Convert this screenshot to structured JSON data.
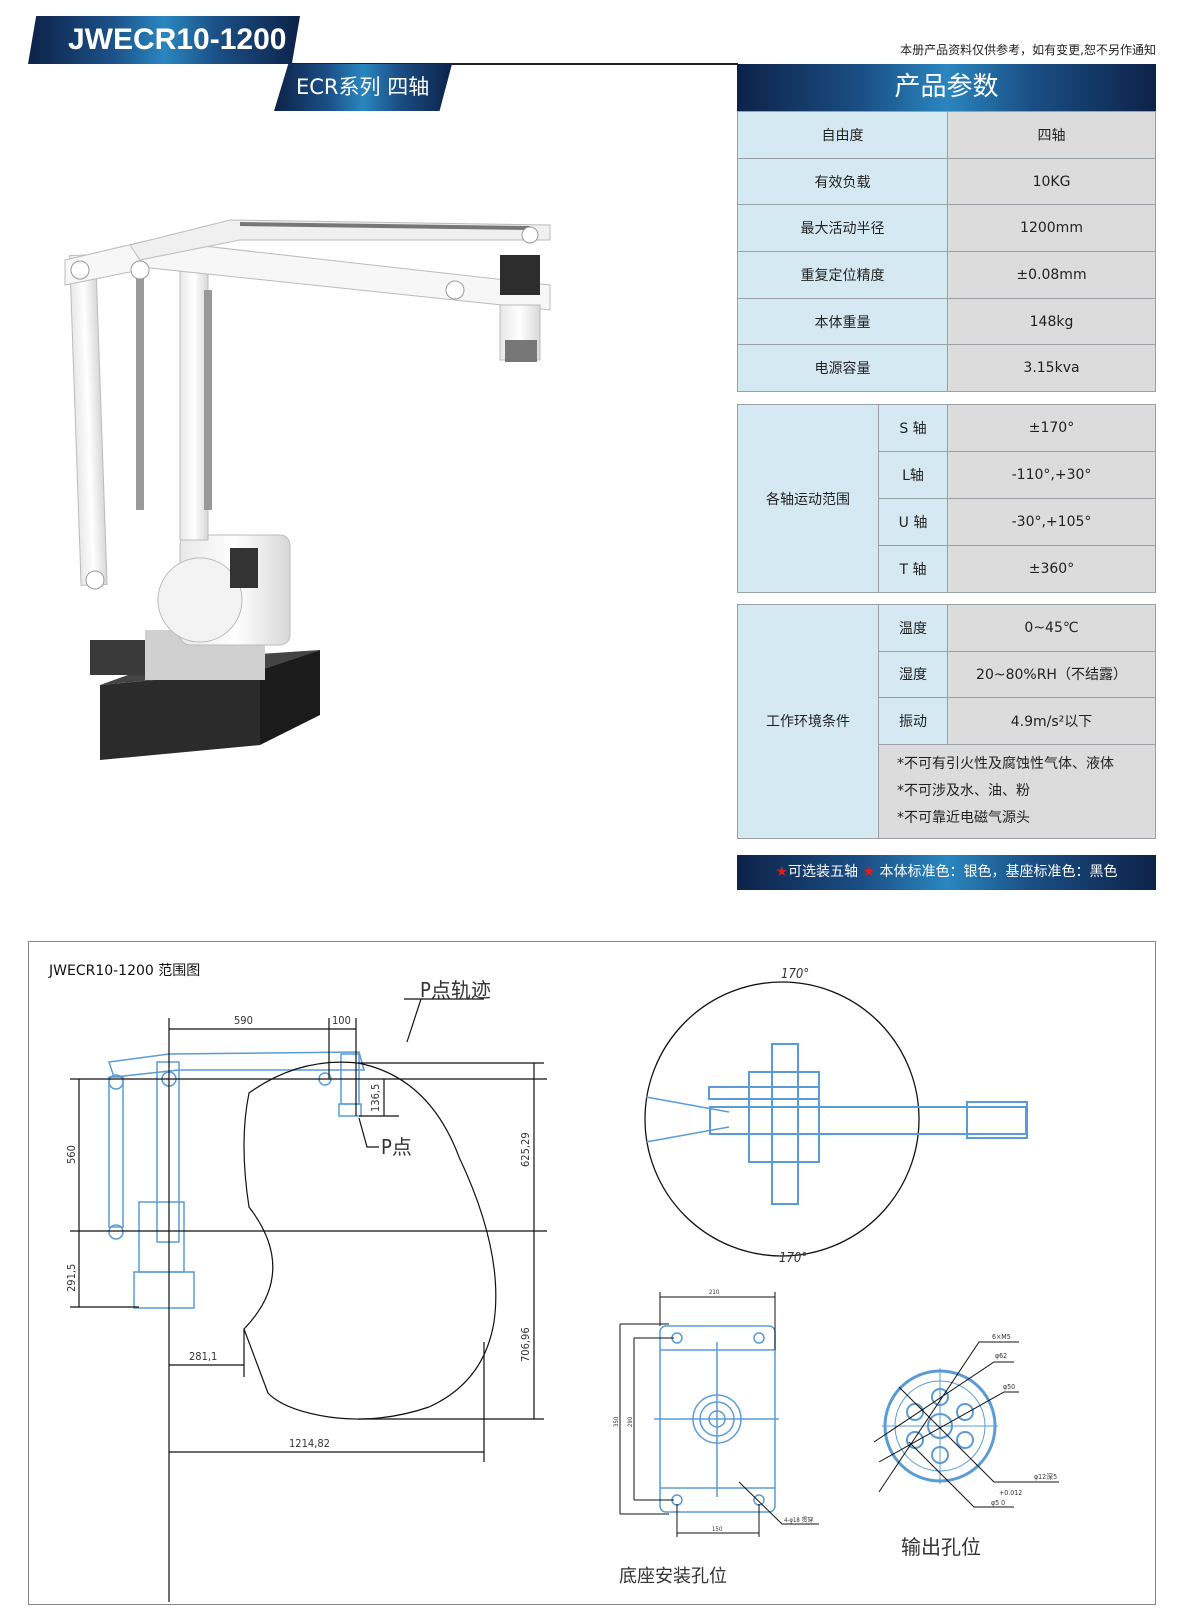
{
  "header": {
    "model": "JWECR10-1200",
    "series": "ECR系列 四轴",
    "disclaimer": "本册产品资料仅供参考，如有变更,恕不另作通知"
  },
  "params": {
    "title": "产品参数",
    "rows": [
      {
        "label": "自由度",
        "value": "四轴"
      },
      {
        "label": "有效负载",
        "value": "10KG"
      },
      {
        "label": "最大活动半径",
        "value": "1200mm"
      },
      {
        "label": "重复定位精度",
        "value": "±0.08mm"
      },
      {
        "label": "本体重量",
        "value": "148kg"
      },
      {
        "label": "电源容量",
        "value": "3.15kva"
      }
    ],
    "axes": {
      "group": "各轴运动范围",
      "rows": [
        {
          "label": "S 轴",
          "value": "±170°"
        },
        {
          "label": "L轴",
          "value": "-110°,+30°"
        },
        {
          "label": "U 轴",
          "value": "-30°,+105°"
        },
        {
          "label": "T 轴",
          "value": "±360°"
        }
      ]
    },
    "env": {
      "group": "工作环境条件",
      "rows": [
        {
          "label": "温度",
          "value": "0~45℃"
        },
        {
          "label": "湿度",
          "value": "20~80%RH（不结露）"
        },
        {
          "label": "振动",
          "value": "4.9m/s²以下"
        }
      ],
      "notes": [
        "*不可有引火性及腐蚀性气体、液体",
        "*不可涉及水、油、粉",
        "*不可靠近电磁气源头"
      ]
    },
    "banner": {
      "option": "可选装五轴",
      "colors": "本体标准色：银色，基座标准色：黑色"
    }
  },
  "drawing": {
    "title": "JWECR10-1200 范围图",
    "side": {
      "d590": "590",
      "d100": "100",
      "d136": "136,5",
      "d560": "560",
      "d291": "291,5",
      "d625": "625,29",
      "d706": "706,96",
      "d281": "281,1",
      "d1214": "1214,82",
      "trajectory": "P点轨迹",
      "point": "P点"
    },
    "top": {
      "angle_top": "170°",
      "angle_bottom": "170°"
    },
    "base": {
      "caption": "底座安装孔位",
      "w210": "210",
      "w150": "150",
      "h350": "350",
      "h290": "290",
      "holes": "4-φ18 贯穿"
    },
    "flange": {
      "caption": "输出孔位",
      "m5": "6×M5",
      "d62": "φ62",
      "d50": "φ50",
      "d12": "φ12深5",
      "tol": "+0.012",
      "d5": "φ5 0"
    }
  },
  "colors": {
    "navy": "#0d2248",
    "accent": "#2a86bf",
    "key_bg": "#d5e9f3",
    "value_bg": "#dcdcdc",
    "cad_blue": "#5b9bd5",
    "star": "#e31b1b"
  }
}
